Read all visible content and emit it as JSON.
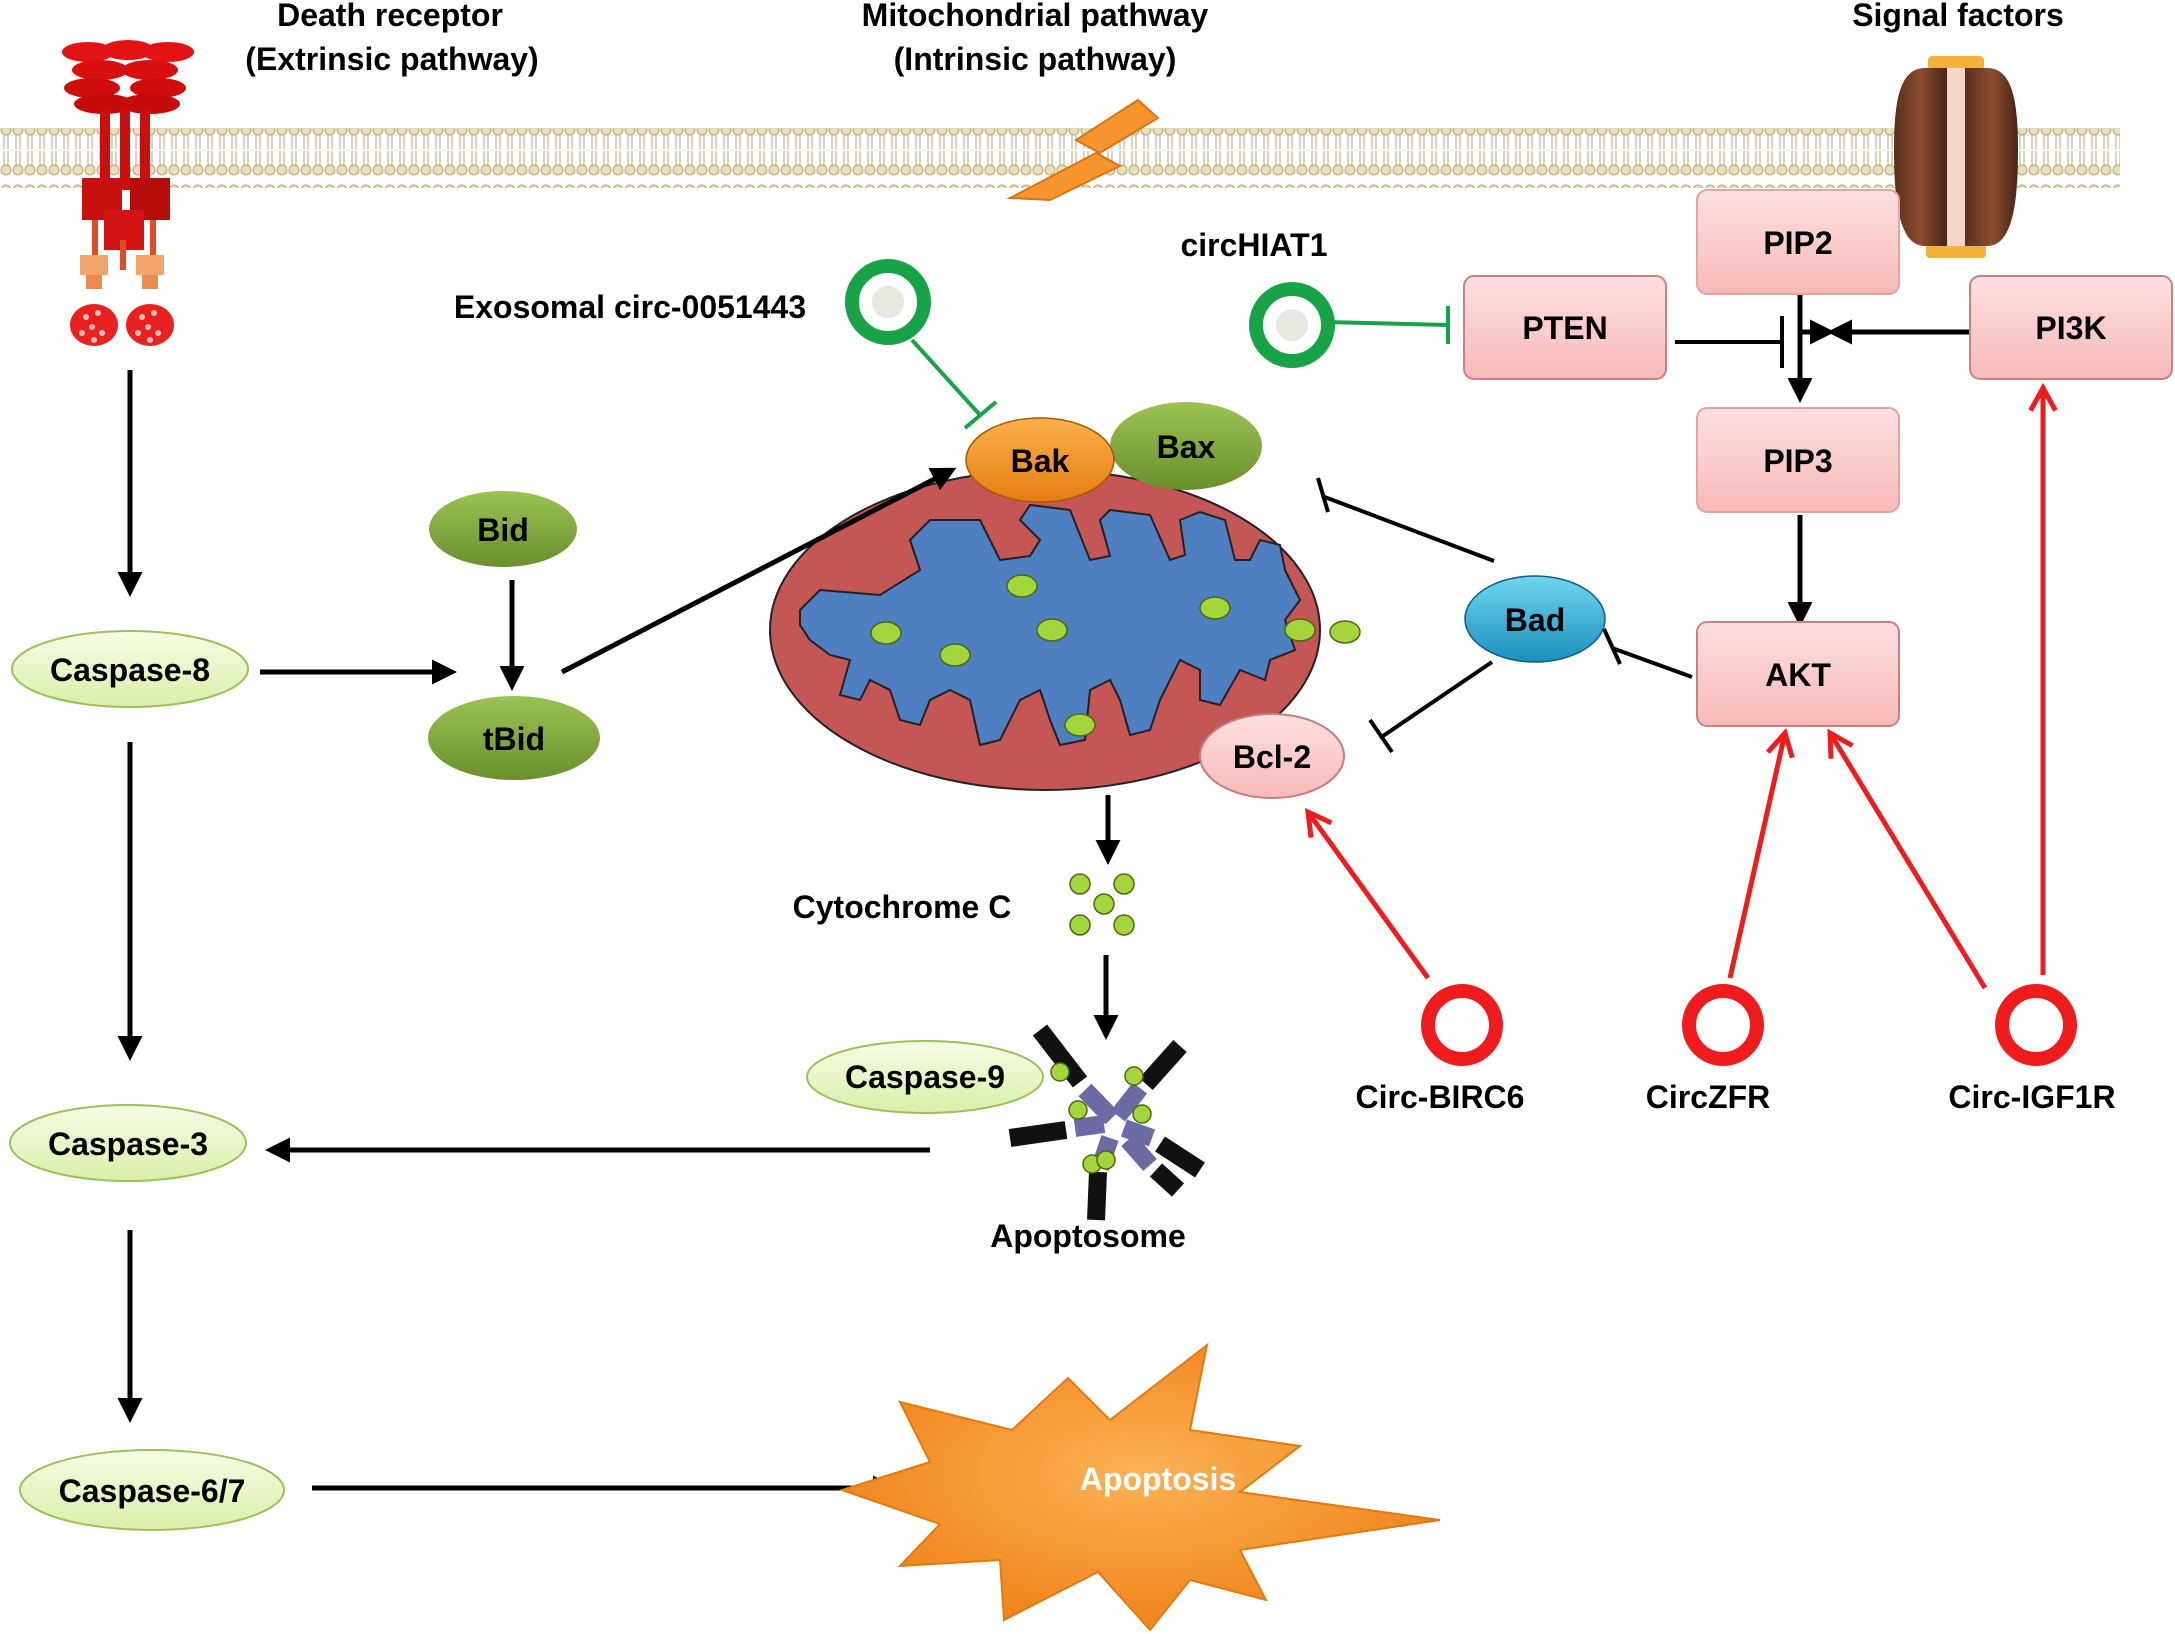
{
  "headers": {
    "extrinsic_line1": "Death receptor",
    "extrinsic_line2": "(Extrinsic pathway)",
    "intrinsic_line1": "Mitochondrial pathway",
    "intrinsic_line2": "(Intrinsic  pathway)",
    "signal": "Signal factors"
  },
  "nodes": {
    "caspase8": "Caspase-8",
    "caspase3": "Caspase-3",
    "caspase67": "Caspase-6/7",
    "caspase9": "Caspase-9",
    "bid": "Bid",
    "tbid": "tBid",
    "bak": "Bak",
    "bax": "Bax",
    "bad": "Bad",
    "bcl2": "Bcl-2",
    "pip2": "PIP2",
    "pip3": "PIP3",
    "pten": "PTEN",
    "pi3k": "PI3K",
    "akt": "AKT",
    "cytochrome_c": "Cytochrome C",
    "apoptosome": "Apoptosome",
    "apoptosis": "Apoptosis"
  },
  "circrnas": {
    "exosomal": "Exosomal circ-0051443",
    "hiat1": "circHIAT1",
    "birc6": "Circ-BIRC6",
    "zfr": "CircZFR",
    "igf1r": "Circ-IGF1R"
  },
  "colors": {
    "activation": "#000000",
    "circ_inhibit": "#19a348",
    "circ_promote": "#ee1c1c",
    "pink_box": "#fbcfcf",
    "green_ellipse": "#e9f8c8",
    "olive_ellipse": "#7ca23a",
    "mito_outer": "#c45656",
    "mito_inner": "#4f7fc0",
    "apoptosis_star": "#f7922b"
  }
}
